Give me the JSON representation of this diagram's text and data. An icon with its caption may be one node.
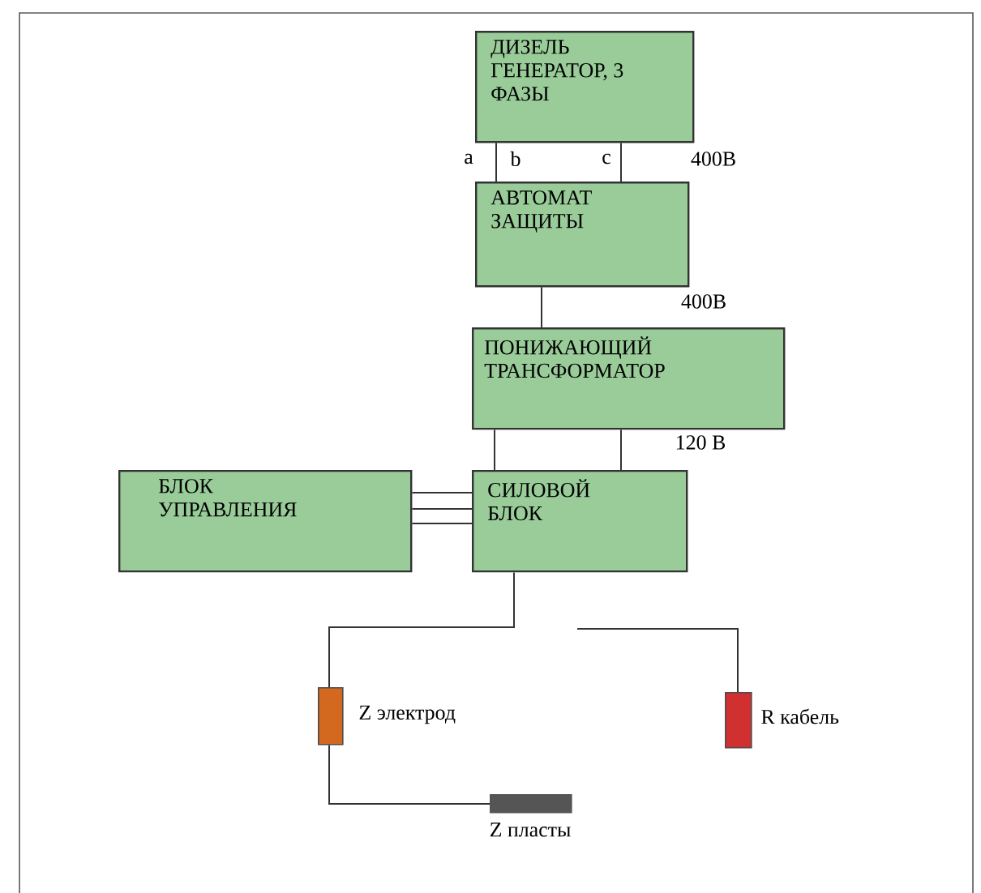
{
  "diagram": {
    "nodes": [
      {
        "text": [
          "ДИЗЕЛЬ ГЕНЕРАТОР, 3 ФАЗЫ"
        ]
      },
      {
        "text": [
          "АВТОМАТ ЗАЩИТЫ"
        ]
      },
      {
        "text": [
          "ПОНИЖАЮЩИЙ ТРАНСФОРМАТОР"
        ]
      },
      {
        "text": [
          "БЛОК УПРАВЛЕНИЯ"
        ]
      },
      {
        "text": [
          "СИЛОВОЙ БЛОК"
        ]
      },
      {
        "text": [],
        "shape": "box",
        "beside": [
          "Z электрод"
        ]
      },
      {
        "text": [],
        "shape": "box",
        "beside": [
          "R кабель"
        ]
      },
      {
        "text": [],
        "shape": "bar",
        "beside": [
          "Z пласты"
        ]
      }
    ],
    "edges": [
      {
        "from": 0,
        "to": 1,
        "arrow": "none"
      },
      {
        "from": 0,
        "to": 1,
        "arrow": "none"
      },
      {
        "from": 1,
        "to": 2,
        "arrow": "none"
      },
      {
        "from": 2,
        "to": 4,
        "arrow": "none"
      },
      {
        "from": 2,
        "to": 4,
        "arrow": "none"
      },
      {
        "from": 3,
        "to": 4,
        "arrow": "none"
      },
      {
        "from": 3,
        "to": 4,
        "arrow": "none"
      },
      {
        "from": 3,
        "to": 4,
        "arrow": "none"
      },
      {
        "from": 4,
        "to": 5,
        "arrow": "none"
      },
      {
        "from": 5,
        "to": 7,
        "arrow": "none"
      },
      {
        "from": null,
        "to": 6,
        "arrow": "none"
      }
    ],
    "labels": [
      "a",
      "b",
      "c",
      "400В",
      "400В",
      "120 В"
    ]
  }
}
